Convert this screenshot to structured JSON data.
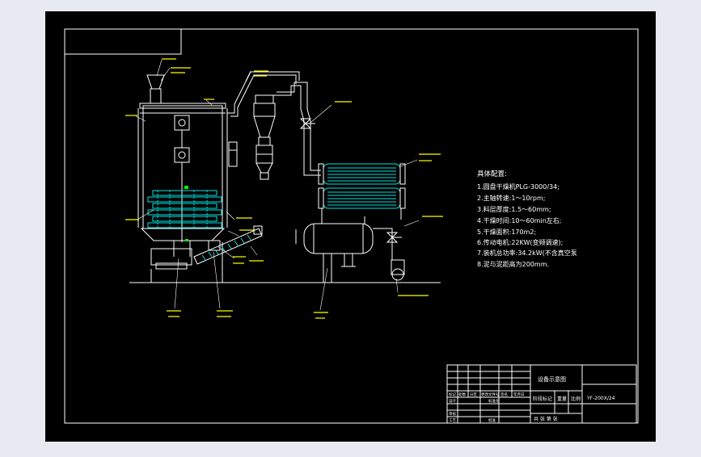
{
  "colors": {
    "background": "#e7ebf1",
    "sheet": "#000000",
    "line": "#ffffff",
    "cyan": "#00e5e5",
    "yellow": "#ffff00",
    "green": "#00ff00"
  },
  "notes": {
    "heading": "具体配置:",
    "items": [
      "1.圆盘干燥机PLG-3000/34;",
      "2.主轴转速:1～10rpm;",
      "3.料层厚度:1.5～60mm;",
      "4.干燥时间:10～60min左右;",
      "5.干燥面积:170m2;",
      "6.传动电机:22KW(变频调速);",
      "7.装机总功率:34.2kW(不含真空泵",
      "8.泥与泥距高为200mm."
    ]
  },
  "title_block": {
    "drawing_title": "设备示意图",
    "drawing_no": "YF-200X/24",
    "stage_headers": [
      "阶段标记",
      "重量",
      "比例"
    ],
    "sheet_footer": "共 张  第 张",
    "row_labels": [
      "标记",
      "设计",
      "审核",
      "工艺"
    ],
    "header_cells": [
      "处数",
      "分区",
      "更改文件号",
      "签名",
      "年月日"
    ],
    "extra_cells": [
      "标准化",
      "批准"
    ]
  }
}
